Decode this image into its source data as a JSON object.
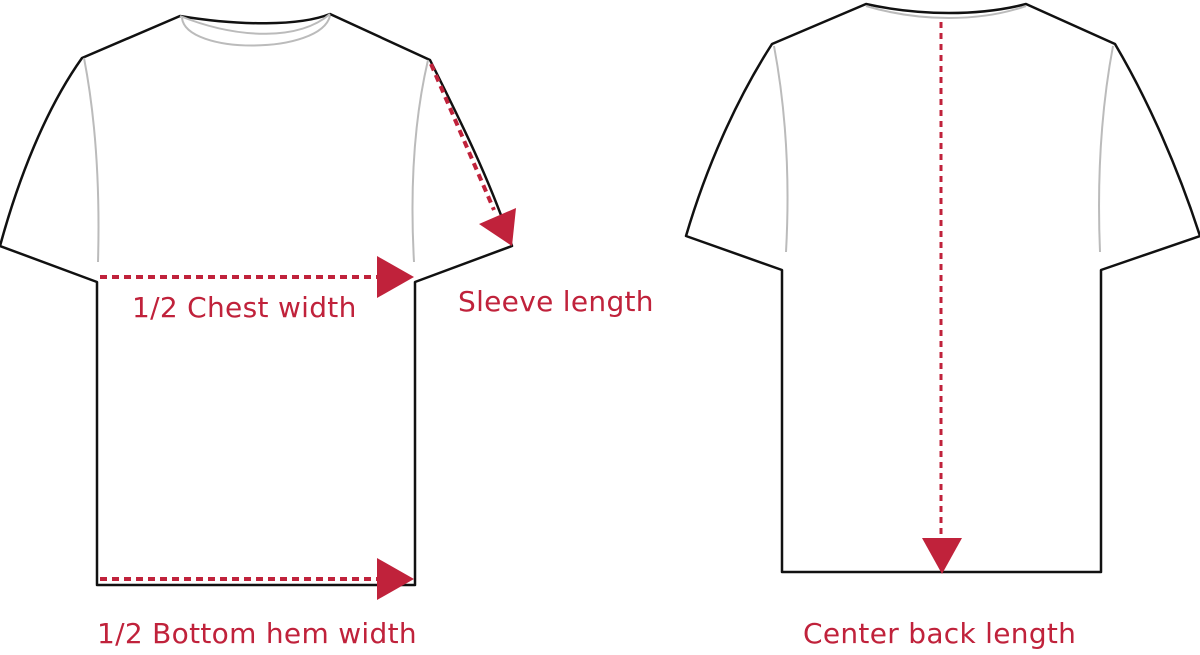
{
  "labels": {
    "chest_width": "1/2 Chest width",
    "sleeve_length": "Sleeve length",
    "bottom_hem_width": "1/2 Bottom hem width",
    "center_back_length": "Center back length"
  },
  "colors": {
    "accent": "#c0223b",
    "outline": "#111111",
    "seam": "#bbbbbb",
    "background": "#ffffff"
  },
  "views": [
    "front",
    "back"
  ]
}
